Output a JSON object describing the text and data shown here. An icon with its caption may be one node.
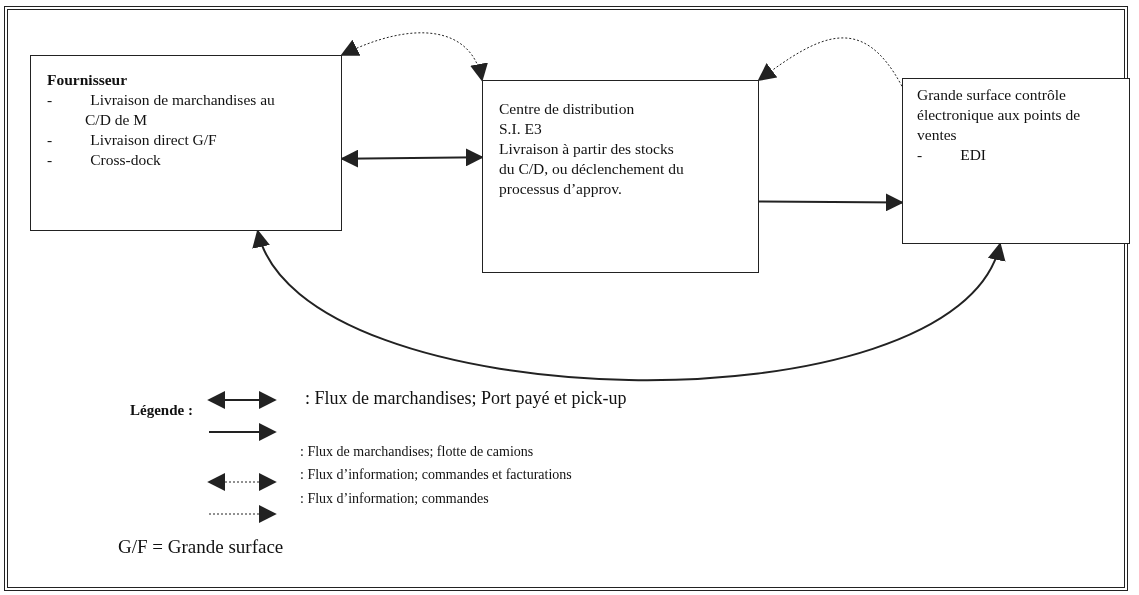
{
  "diagram": {
    "nodes": [
      {
        "text": [
          "Fournisseur",
          "- Livraison de marchandises au C/D de M",
          "- Livraison direct G/F",
          "- Cross-dock"
        ]
      },
      {
        "text": [
          "Centre de distribution",
          "S.I. E3",
          "Livraison à partir des stocks du C/D, ou déclenchement du processus d’approv."
        ]
      },
      {
        "text": [
          "Grande surface contrôle électronique aux points de ventes",
          "- EDI"
        ]
      }
    ],
    "edges": [
      {
        "from": 0,
        "to": 1,
        "arrow": "both",
        "style": "dashed"
      },
      {
        "from": 2,
        "to": 1,
        "arrow": "to",
        "style": "dashed"
      },
      {
        "from": 0,
        "to": 1,
        "arrow": "both"
      },
      {
        "from": 1,
        "to": 2,
        "arrow": "to"
      },
      {
        "from": 0,
        "to": 2,
        "arrow": "both"
      }
    ],
    "labels": [
      "Légende :",
      "G/F = Grande surface"
    ],
    "legend": [
      {
        "text": ": Flux de marchandises; Port payé et pick-up"
      },
      {
        "text": ": Flux de marchandises; flotte de camions"
      },
      {
        "text": ": Flux d’information; commandes et facturations"
      },
      {
        "text": ": Flux d’information; commandes"
      }
    ]
  }
}
